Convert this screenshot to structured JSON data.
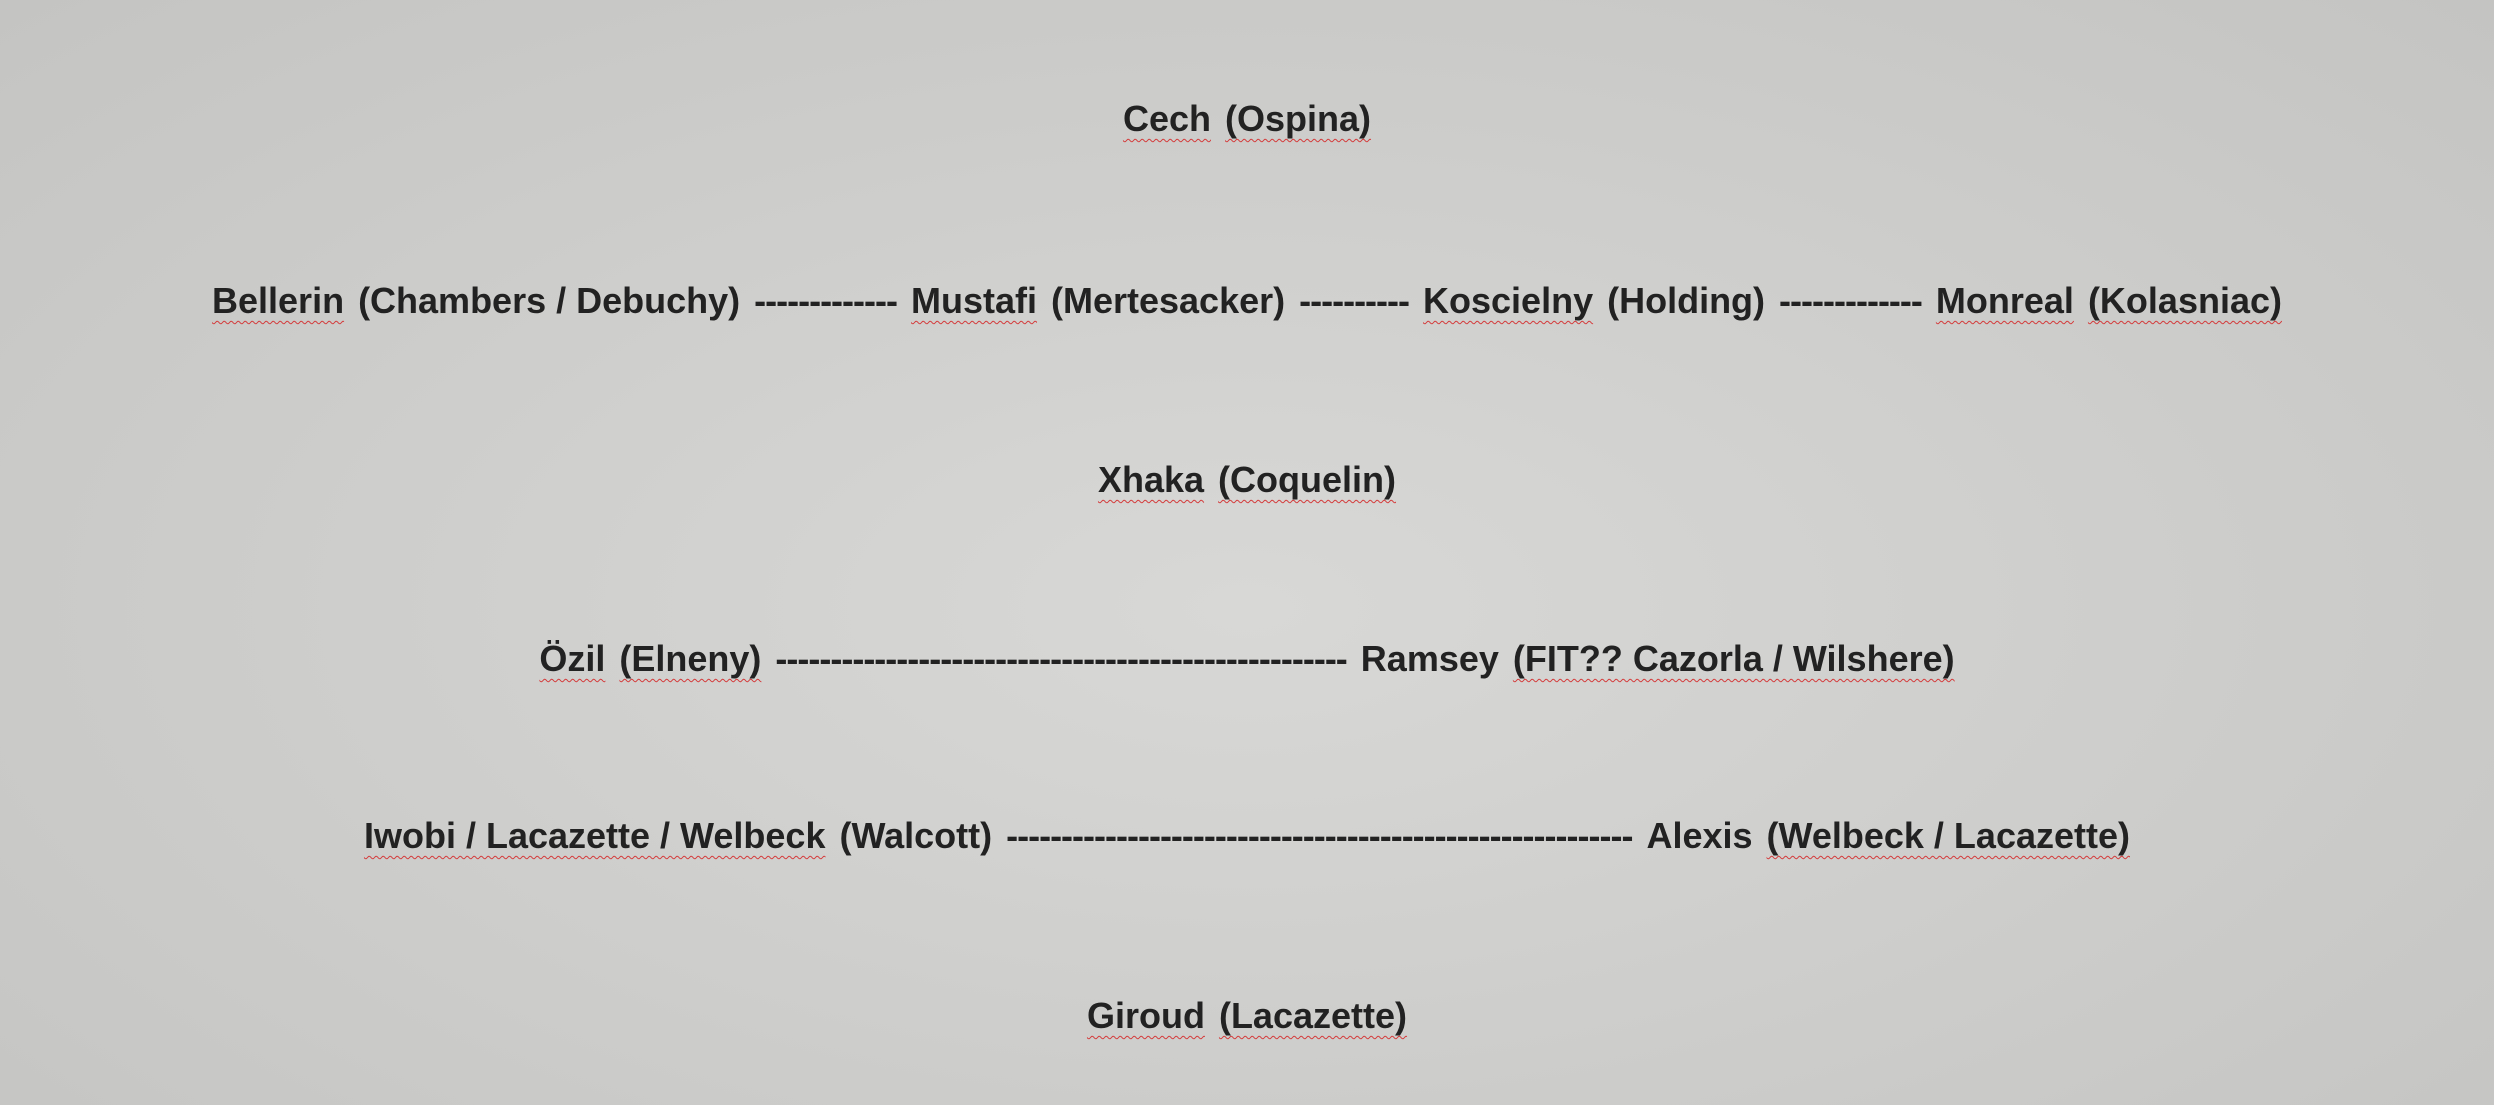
{
  "lineup": {
    "row1": {
      "player": "Cech",
      "sub": "(Ospina)"
    },
    "row2": {
      "p1": "Bellerin",
      "p1_sub": "(Chambers / Debuchy)",
      "d1": "-------------",
      "p2": "Mustafi",
      "p2_sub": "(Mertesacker)",
      "d2": "----------",
      "p3": "Koscielny",
      "p3_sub": "(Holding)",
      "d3": "-------------",
      "p4": "Monreal",
      "p4_sub": "(Kolasniac)"
    },
    "row3": {
      "player": "Xhaka",
      "sub": "(Coquelin)"
    },
    "row4": {
      "p1": "Özil",
      "p1_sub": "(Elneny)",
      "d1": "----------------------------------------------------",
      "p2": "Ramsey",
      "p2_sub": "(FIT?? Cazorla / Wilshere)"
    },
    "row5": {
      "p1": "Iwobi / Lacazette / Welbeck",
      "p1_sub": "(Walcott)",
      "d1": "---------------------------------------------------------",
      "p2": "Alexis",
      "p2_sub": "(Welbeck / Lacazette)"
    },
    "row6": {
      "player": "Giroud",
      "sub": "(Lacazette)"
    }
  }
}
